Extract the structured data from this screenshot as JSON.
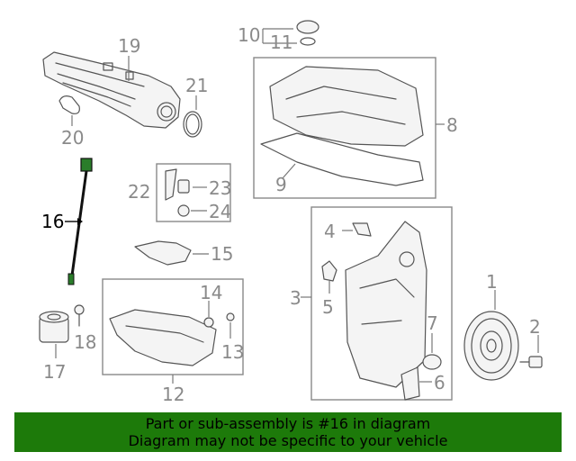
{
  "callouts": {
    "c1": "1",
    "c2": "2",
    "c3": "3",
    "c4": "4",
    "c5": "5",
    "c6": "6",
    "c7": "7",
    "c8": "8",
    "c9": "9",
    "c10": "10",
    "c11": "11",
    "c12": "12",
    "c13": "13",
    "c14": "14",
    "c15": "15",
    "c16": "16",
    "c17": "17",
    "c18": "18",
    "c19": "19",
    "c20": "20",
    "c21": "21",
    "c22": "22",
    "c23": "23",
    "c24": "24"
  },
  "highlighted_part": "16",
  "colors": {
    "banner_bg": "#1d7a0a",
    "label": "#8a8a8a",
    "highlight": "#000000"
  },
  "banner": {
    "line1": "Part or sub-assembly is #16 in diagram",
    "line2": "Diagram may not be specific to your vehicle"
  }
}
